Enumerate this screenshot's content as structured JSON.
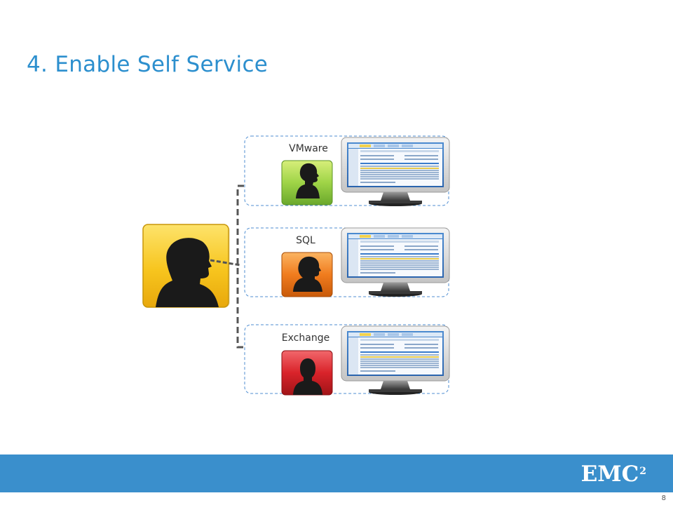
{
  "slide": {
    "title": "4. Enable Self Service",
    "page_number": "8"
  },
  "roles": [
    {
      "label": "VMware",
      "tile_color": "#8cc63f"
    },
    {
      "label": "SQL",
      "tile_color": "#f07c1e"
    },
    {
      "label": "Exchange",
      "tile_color": "#d9232a"
    }
  ],
  "primary_user": {
    "tile_color": "#f7c51e",
    "icon": "woman-silhouette-icon"
  },
  "footer": {
    "logo_text": "EMC",
    "logo_superscript": "2",
    "bar_color": "#3a8fcc"
  }
}
